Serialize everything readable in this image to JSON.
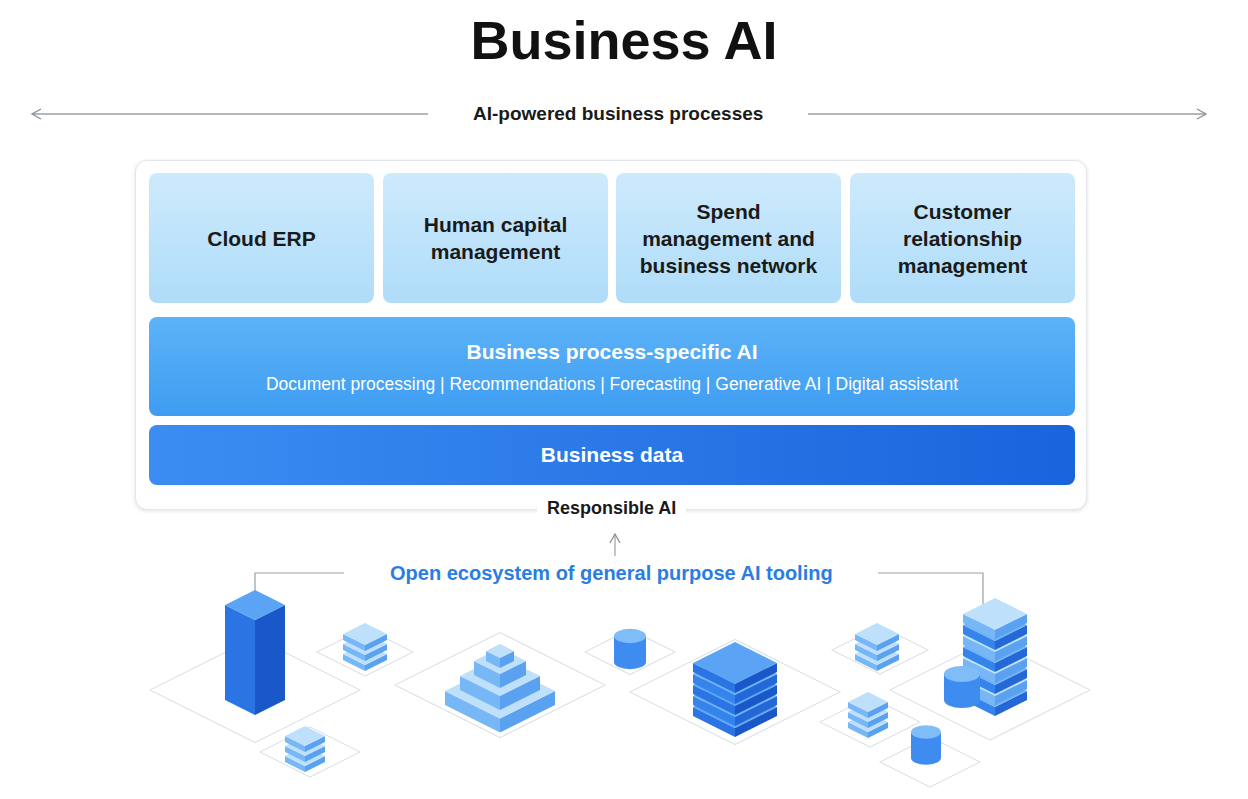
{
  "diagram": {
    "title": "Business AI",
    "nodes": [
      {
        "text": [
          "Responsible AI"
        ]
      },
      {
        "text": [
          "Cloud ERP"
        ],
        "in": 0
      },
      {
        "text": [
          "Human capital management"
        ],
        "in": 0
      },
      {
        "text": [
          "Spend management and business network"
        ],
        "in": 0
      },
      {
        "text": [
          "Customer relationship management"
        ],
        "in": 0
      },
      {
        "text": [
          "Business process-specific AI",
          "Document processing | Recommendations | Forecasting | Generative AI | Digital assistant"
        ],
        "in": 0
      },
      {
        "text": [
          "Business data"
        ],
        "in": 0
      }
    ],
    "labels": [
      "AI-powered business processes",
      "Open ecosystem of general purpose AI tooling"
    ]
  }
}
